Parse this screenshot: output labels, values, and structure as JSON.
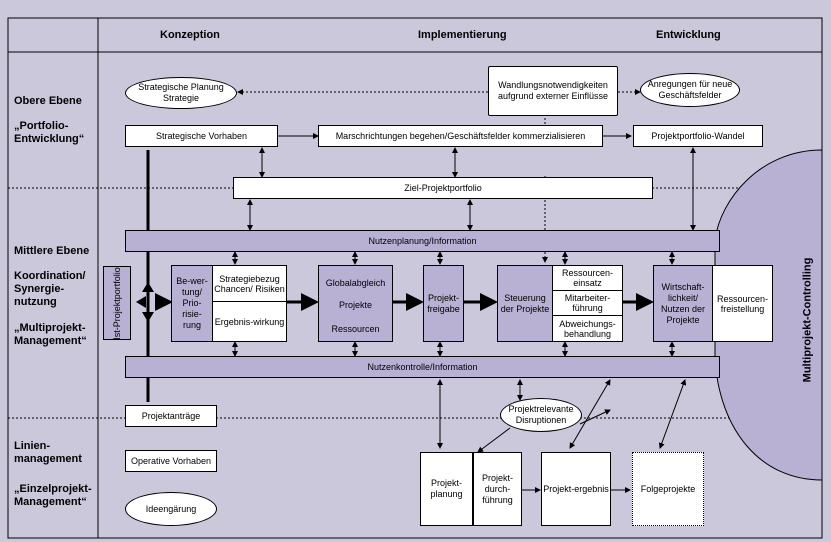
{
  "columns": {
    "konzeption": "Konzeption",
    "implementierung": "Implementierung",
    "entwicklung": "Entwicklung"
  },
  "levels": {
    "obere": {
      "title": "Obere Ebene",
      "subtitle": "„Portfolio-Entwicklung“"
    },
    "mittlere": {
      "title": "Mittlere Ebene",
      "sub1": "Koordination/ Synergie-nutzung",
      "sub2": "„Multiprojekt-Management“"
    },
    "linien": {
      "title": "Linien-management",
      "subtitle": "„Einzelprojekt-Management“"
    }
  },
  "top": {
    "oval_planning": "Strategische Planung Strategie",
    "wandlung": "Wandlungsnotwendigkeiten aufgrund externer Einflüsse",
    "oval_anregungen": "Anregungen für neue Geschäftsfelder",
    "strategische_vorhaben": "Strategische Vorhaben",
    "marschrichtungen": "Marschrichtungen begehen/Geschäftsfelder kommerzialisieren",
    "portfolio_wandel": "Projektportfolio-Wandel",
    "ziel_portfolio": "Ziel-Projektportfolio"
  },
  "middle": {
    "nutzenplanung": "Nutzenplanung/Information",
    "nutzenkontrolle": "Nutzenkontrolle/Information",
    "ist_portfolio": "Ist-Projektportfolio",
    "bewertung": "Be-wer-tung/ Prio-risie-rung",
    "strategiebezug": "Strategiebezug Chancen/ Risiken",
    "ergebniswirkung": "Ergebnis-wirkung",
    "globalabgleich": "Globalabgleich",
    "projekte": "Projekte",
    "ressourcen": "Ressourcen",
    "freigabe": "Projekt-freigabe",
    "steuerung": "Steuerung der Projekte",
    "ressourceneinsatz": "Ressourcen-einsatz",
    "mitarbeiterfuehrung": "Mitarbeiter-führung",
    "abweichung": "Abweichungs-behandlung",
    "wirtschaftlichkeit": "Wirtschaft-lichkeit/ Nutzen der Projekte",
    "freistellung": "Ressourcen-freistellung",
    "controlling": "Multiprojekt-Controlling"
  },
  "bottom": {
    "projektantraege": "Projektanträge",
    "operative": "Operative Vorhaben",
    "ideen": "Ideengärung",
    "disruptionen": "Projektrelevante Disruptionen",
    "planung": "Projekt-planung",
    "durchfuehrung": "Projekt-durch-führung",
    "ergebnis": "Projekt-ergebnis",
    "folgeprojekte": "Folgeprojekte"
  },
  "colors": {
    "background": "#ccc8dc",
    "purple_box": "#b8b1d4",
    "border": "#000000"
  }
}
